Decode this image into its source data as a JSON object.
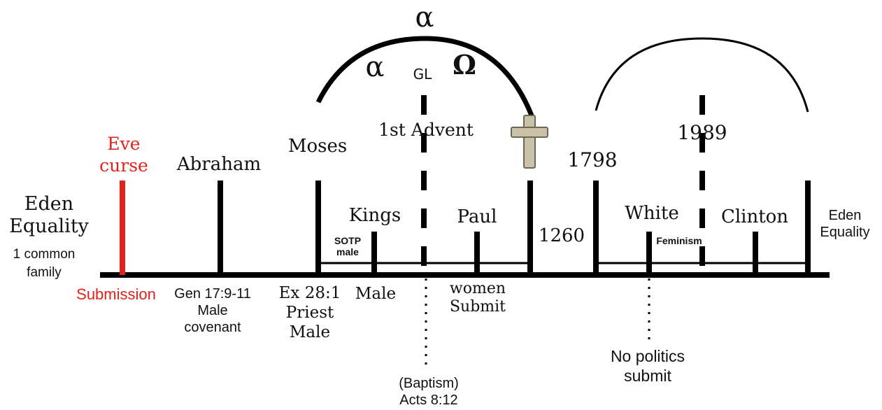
{
  "alpha_top": "α",
  "alpha_left": "α",
  "omega": "Ω",
  "gl": "GL",
  "first_advent": "1st Advent",
  "year_1989": "1989",
  "year_1798": "1798",
  "eden_left_line1": "Eden",
  "eden_left_line2": "Equality",
  "common_family_line1": "1 common",
  "common_family_line2": "family",
  "eve_line1": "Eve",
  "eve_line2": "curse",
  "submission": "Submission",
  "abraham": "Abraham",
  "moses": "Moses",
  "kings": "Kings",
  "sotp_line1": "SOTP",
  "sotp_line2": "male",
  "paul": "Paul",
  "period_1260": "1260",
  "white": "White",
  "feminism": "Feminism",
  "clinton": "Clinton",
  "eden_right_line1": "Eden",
  "eden_right_line2": "Equality",
  "gen_line1": "Gen 17:9-11",
  "gen_line2": "Male",
  "gen_line3": "covenant",
  "ex_line1": "Ex 28:1",
  "ex_line2": "Priest",
  "ex_line3": "Male",
  "male": "Male",
  "women_line1": "women",
  "women_line2": "Submit",
  "baptism_line1": "(Baptism)",
  "baptism_line2": "Acts 8:12",
  "nopolitics_line1": "No politics",
  "nopolitics_line2": "submit",
  "colors": {
    "line": "#000000",
    "eve": "#e2231a",
    "cross": "#c9c2a8"
  }
}
